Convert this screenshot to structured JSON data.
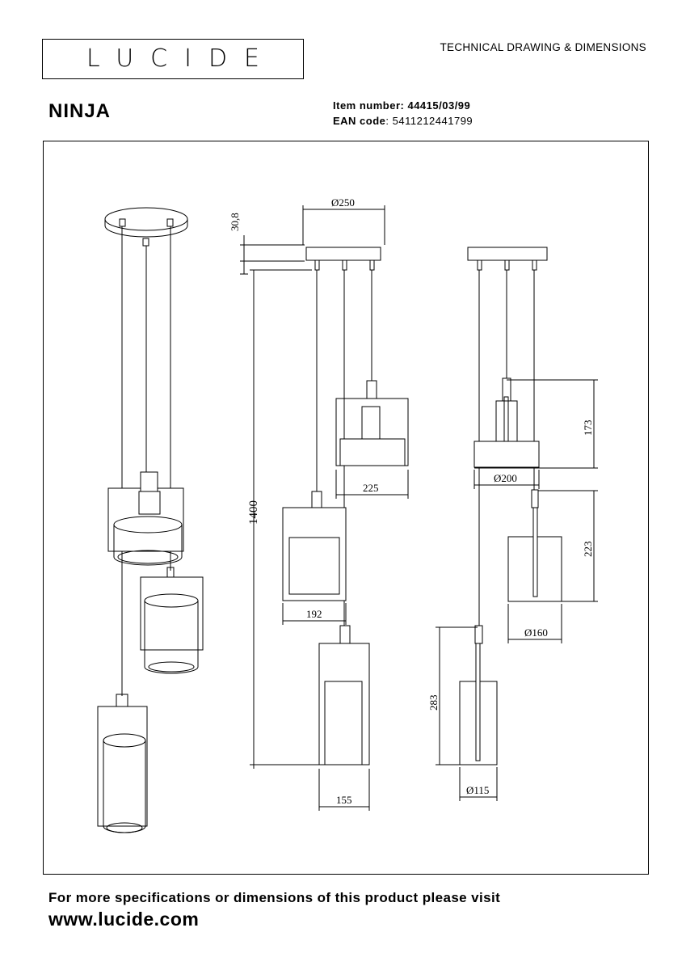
{
  "brand": {
    "logo_text": "LUCIDE"
  },
  "header": {
    "title": "TECHNICAL DRAWING & DIMENSIONS"
  },
  "product": {
    "name": "NINJA",
    "item_label": "Item number:",
    "item_number": "44415/03/99",
    "ean_label": "EAN code",
    "ean_code": ": 5411212441799"
  },
  "dimensions": {
    "canopy_height": "30,8",
    "canopy_diameter": "Ø250",
    "total_height": "1400",
    "width_top": "225",
    "width_mid": "192",
    "width_bottom": "155",
    "height_top": "173",
    "diameter_top": "Ø200",
    "height_mid": "223",
    "diameter_mid": "Ø160",
    "height_bottom": "283",
    "diameter_bottom": "Ø115"
  },
  "footer": {
    "line": "For more specifications or dimensions of this product please visit",
    "url": "www.lucide.com"
  }
}
